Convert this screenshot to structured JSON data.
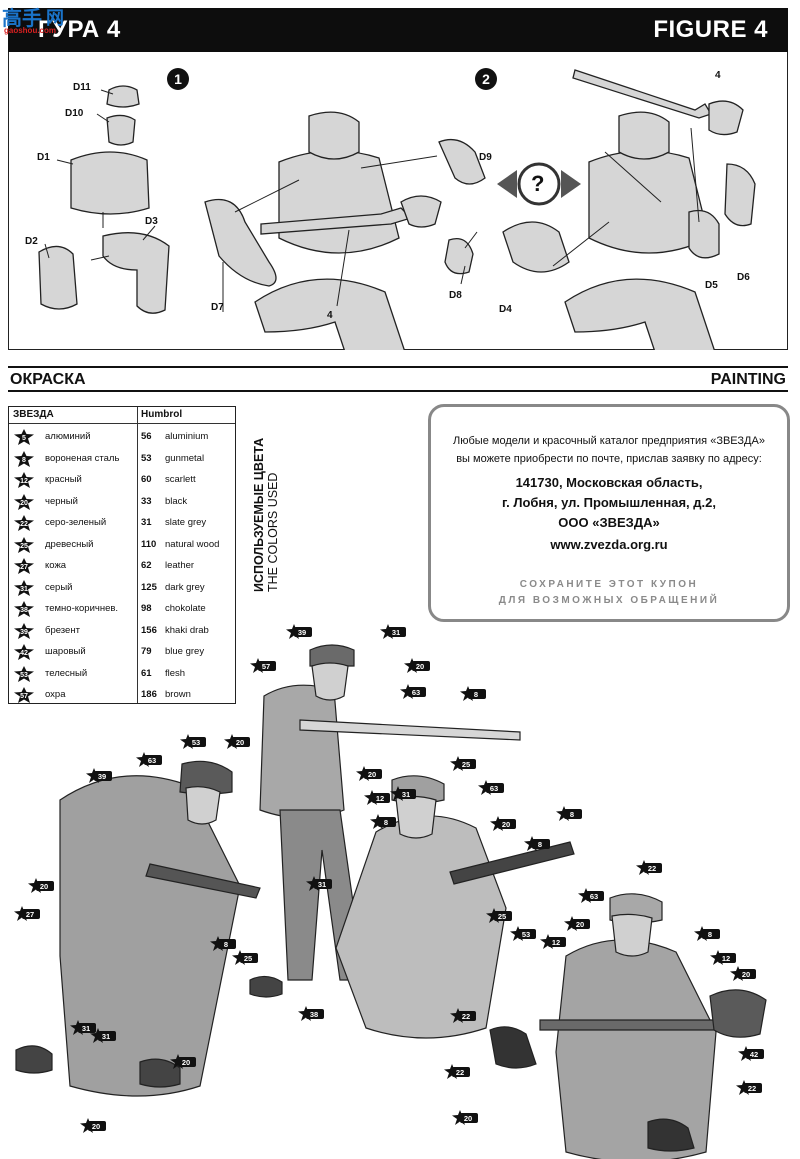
{
  "header": {
    "title_ru": "ГУРА 4",
    "title_en": "FIGURE 4",
    "watermark_top": "高手",
    "watermark_top2": "网",
    "watermark_url": "gaoshou.com"
  },
  "assembly": {
    "steps": [
      "1",
      "2"
    ],
    "question_mark": "?",
    "parts_step1": [
      "D11",
      "D10",
      "D1",
      "D2",
      "D3"
    ],
    "parts_step2a": [
      "D9",
      "D7",
      "4",
      "D8"
    ],
    "parts_step2b": [
      "4",
      "D4",
      "D5",
      "D6"
    ]
  },
  "painting": {
    "title_ru": "ОКРАСКА",
    "title_en": "PAINTING"
  },
  "color_table": {
    "header_ru": "ЗВЕЗДА",
    "header_en": "Humbrol",
    "rows": [
      {
        "code": "5",
        "ru": "алюминий",
        "num": "56",
        "en": "aluminium"
      },
      {
        "code": "8",
        "ru": "вороненая сталь",
        "num": "53",
        "en": "gunmetal"
      },
      {
        "code": "12",
        "ru": "красный",
        "num": "60",
        "en": "scarlett"
      },
      {
        "code": "20",
        "ru": "черный",
        "num": "33",
        "en": "black"
      },
      {
        "code": "22",
        "ru": "серо-зеленый",
        "num": "31",
        "en": "slate grey"
      },
      {
        "code": "25",
        "ru": "древесный",
        "num": "110",
        "en": "natural wood"
      },
      {
        "code": "27",
        "ru": "кожа",
        "num": "62",
        "en": "leather"
      },
      {
        "code": "31",
        "ru": "серый",
        "num": "125",
        "en": "dark grey"
      },
      {
        "code": "38",
        "ru": "темно-коричнев.",
        "num": "98",
        "en": "chokolate"
      },
      {
        "code": "39",
        "ru": "брезент",
        "num": "156",
        "en": "khaki drab"
      },
      {
        "code": "42",
        "ru": "шаровый",
        "num": "79",
        "en": "blue grey"
      },
      {
        "code": "53",
        "ru": "телесный",
        "num": "61",
        "en": "flesh"
      },
      {
        "code": "57",
        "ru": "охра",
        "num": "186",
        "en": "brown"
      }
    ],
    "vertical_ru": "ИСПОЛЬЗУЕМЫЕ ЦВЕТА",
    "vertical_en": "THE COLORS USED"
  },
  "coupon": {
    "line1": "Любые модели и красочный каталог предприятия «ЗВЕЗДА»",
    "line2": "вы можете приобрести по почте, прислав заявку по адресу:",
    "addr1": "141730, Московская область,",
    "addr2": "г. Лобня, ул. Промышленная, д.2,",
    "addr3": "ООО «ЗВЕЗДА»",
    "url": "www.zvezda.org.ru",
    "keep1": "СОХРАНИТЕ ЭТОТ КУПОН",
    "keep2": "ДЛЯ ВОЗМОЖНЫХ ОБРАЩЕНИЙ"
  },
  "figure_tags": [
    "39",
    "31",
    "57",
    "20",
    "63",
    "8",
    "25",
    "31",
    "20",
    "12",
    "8",
    "31",
    "38",
    "53",
    "20",
    "63",
    "39",
    "20",
    "25",
    "8",
    "31",
    "27",
    "20",
    "31",
    "20",
    "63",
    "20",
    "8",
    "8",
    "25",
    "53",
    "22",
    "22",
    "20",
    "22",
    "63",
    "20",
    "12",
    "8",
    "12",
    "20",
    "42",
    "22"
  ],
  "colors": {
    "ink": "#111111",
    "coupon_border": "#888888",
    "logo_blue": "#1a73c9",
    "logo_red": "#d82020",
    "fill_light": "#d0d0d0",
    "fill_mid": "#a8a8a8",
    "fill_dark": "#7a7a7a"
  }
}
